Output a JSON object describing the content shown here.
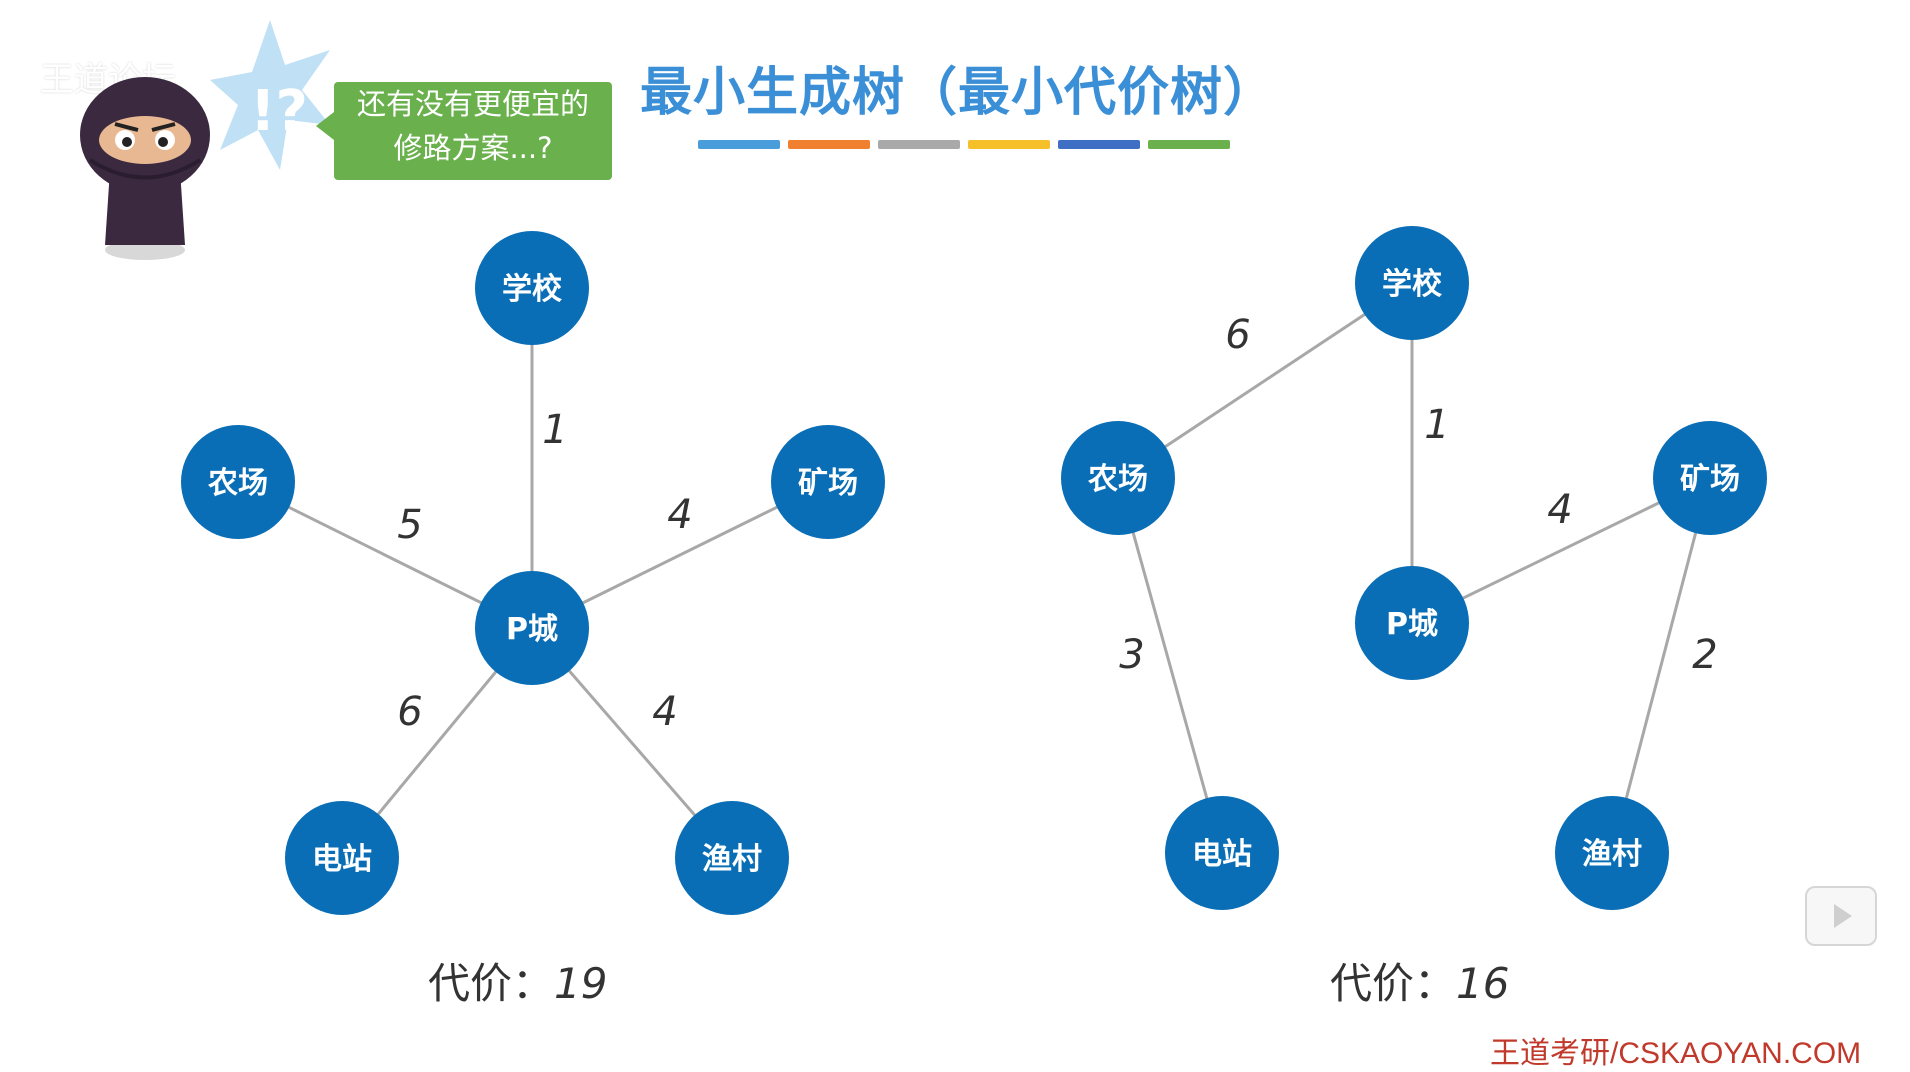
{
  "title": "最小生成树（最小代价树）",
  "title_color_bars": [
    "#4a9ddb",
    "#f07f2e",
    "#a9a9a9",
    "#f6c02b",
    "#3f6fc4",
    "#6ab04c"
  ],
  "watermark": "王道论坛",
  "bubble": {
    "line1": "还有没有更便宜的",
    "line2": "修路方案...?"
  },
  "graph_left": {
    "nodes": [
      "学校",
      "农场",
      "矿场",
      "P城",
      "电站",
      "渔村"
    ],
    "edges": [
      {
        "from": "学校",
        "to": "P城",
        "weight": "1"
      },
      {
        "from": "农场",
        "to": "P城",
        "weight": "5"
      },
      {
        "from": "矿场",
        "to": "P城",
        "weight": "4"
      },
      {
        "from": "电站",
        "to": "P城",
        "weight": "6"
      },
      {
        "from": "渔村",
        "to": "P城",
        "weight": "4"
      }
    ],
    "cost_label": "代价：",
    "cost_value": "19"
  },
  "graph_right": {
    "nodes": [
      "学校",
      "农场",
      "矿场",
      "P城",
      "电站",
      "渔村"
    ],
    "edges": [
      {
        "from": "学校",
        "to": "农场",
        "weight": "6"
      },
      {
        "from": "学校",
        "to": "P城",
        "weight": "1"
      },
      {
        "from": "P城",
        "to": "矿场",
        "weight": "4"
      },
      {
        "from": "农场",
        "to": "电站",
        "weight": "3"
      },
      {
        "from": "矿场",
        "to": "渔村",
        "weight": "2"
      }
    ],
    "cost_label": "代价：",
    "cost_value": "16"
  },
  "node_color": "#0a6eb6",
  "edge_color": "#a8a8a8",
  "footer": "王道考研/CSKAOYAN.COM",
  "icons": {
    "character": "ninja-character-icon",
    "play": "play-button-icon"
  }
}
